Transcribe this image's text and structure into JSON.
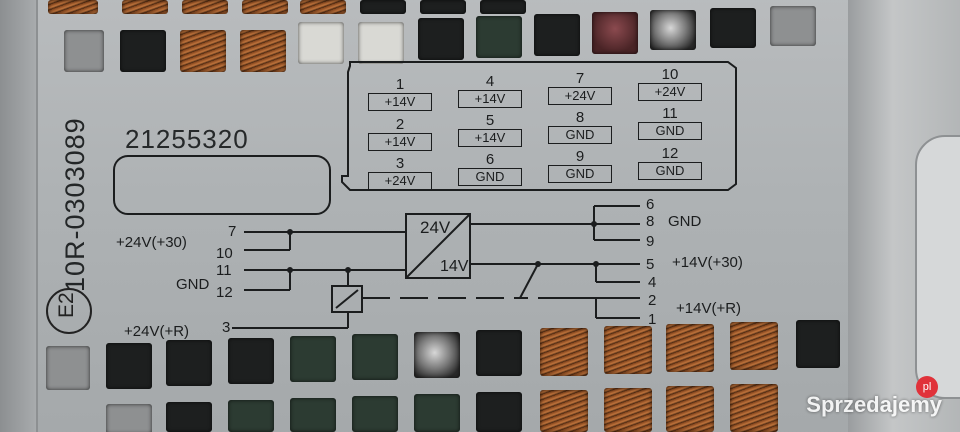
{
  "serial_number": "21255320",
  "approval_code": "10R-0303089",
  "approval_mark": "E2",
  "pinout": [
    {
      "pin": "1",
      "value": "+14V"
    },
    {
      "pin": "2",
      "value": "+14V"
    },
    {
      "pin": "3",
      "value": "+24V"
    },
    {
      "pin": "4",
      "value": "+14V"
    },
    {
      "pin": "5",
      "value": "+14V"
    },
    {
      "pin": "6",
      "value": "GND"
    },
    {
      "pin": "7",
      "value": "+24V"
    },
    {
      "pin": "8",
      "value": "GND"
    },
    {
      "pin": "9",
      "value": "GND"
    },
    {
      "pin": "10",
      "value": "+24V"
    },
    {
      "pin": "11",
      "value": "GND"
    },
    {
      "pin": "12",
      "value": "GND"
    }
  ],
  "diagram": {
    "converter_in": "24V",
    "converter_out": "14V",
    "left_labels": {
      "supply_24": "+24V(+30)",
      "gnd": "GND",
      "supply_24_r": "+24V(+R)"
    },
    "left_pins": {
      "p7": "7",
      "p10": "10",
      "p11": "11",
      "p12": "12",
      "p3": "3"
    },
    "right_pins": {
      "p6": "6",
      "p8": "8",
      "p9": "9",
      "p5": "5",
      "p4": "4",
      "p2": "2",
      "p1": "1"
    },
    "right_labels": {
      "gnd": "GND",
      "supply_14": "+14V(+30)",
      "supply_14_r": "+14V(+R)"
    }
  },
  "watermark": "Sprzedajemy",
  "watermark_badge": "pl"
}
